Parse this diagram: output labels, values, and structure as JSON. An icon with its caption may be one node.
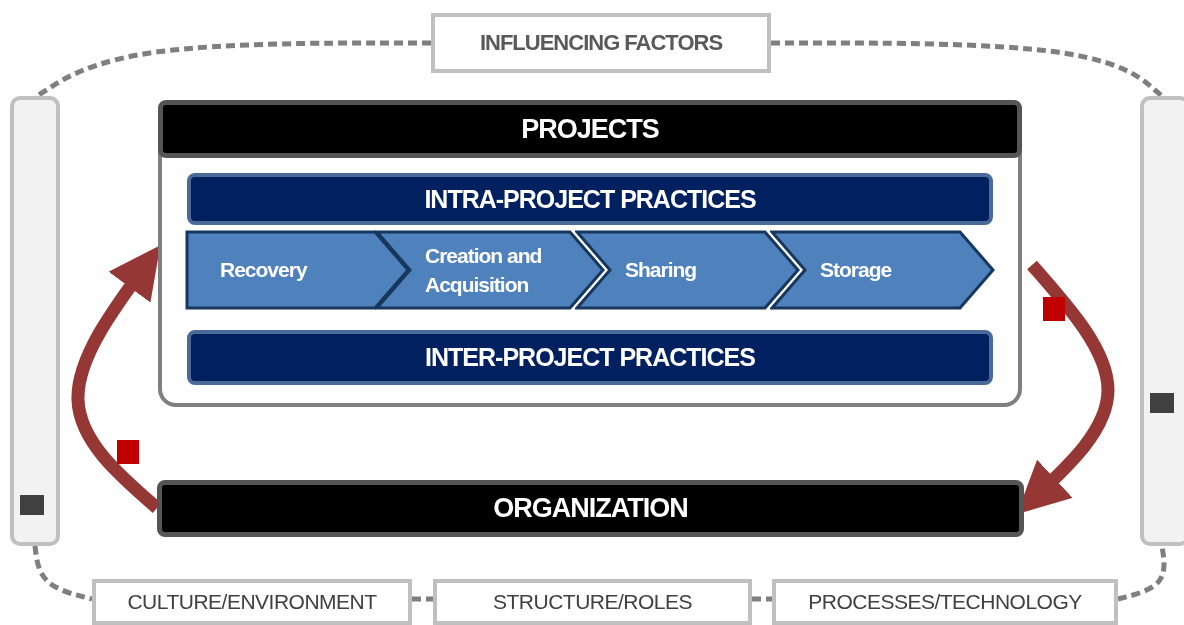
{
  "diagram": {
    "nodes": [
      {
        "text": [
          "INFLUENCING FACTORS"
        ]
      },
      {
        "text": [],
        "shape": "box"
      },
      {
        "text": [],
        "shape": "box"
      },
      {
        "text": [],
        "shape": "box"
      },
      {
        "text": [
          "PROJECTS"
        ],
        "in": 3
      },
      {
        "text": [
          "INTRA-PROJECT PRACTICES"
        ],
        "in": 3
      },
      {
        "text": [
          "Recovery"
        ],
        "in": 3
      },
      {
        "text": [
          "Creation and Acquisition"
        ],
        "in": 3
      },
      {
        "text": [
          "Sharing"
        ],
        "in": 3
      },
      {
        "text": [
          "Storage"
        ],
        "in": 3
      },
      {
        "text": [
          "INTER-PROJECT PRACTICES"
        ],
        "in": 3
      },
      {
        "text": [
          "ORGANIZATION"
        ]
      },
      {
        "text": [
          "CULTURE/ENVIRONMENT"
        ]
      },
      {
        "text": [
          "STRUCTURE/ROLES"
        ]
      },
      {
        "text": [
          "PROCESSES/TECHNOLOGY"
        ]
      }
    ],
    "edges": [
      {
        "from": 0,
        "to": 1,
        "arrow": "none",
        "style": "dashed"
      },
      {
        "from": 0,
        "to": 2,
        "arrow": "none",
        "style": "dashed"
      },
      {
        "from": 1,
        "to": 12,
        "arrow": "none",
        "style": "dashed"
      },
      {
        "from": 12,
        "to": 13,
        "arrow": "none",
        "style": "dashed"
      },
      {
        "from": 13,
        "to": 14,
        "arrow": "none",
        "style": "dashed"
      },
      {
        "from": 14,
        "to": 2,
        "arrow": "none",
        "style": "dashed"
      },
      {
        "from": 11,
        "to": 3,
        "arrow": "to",
        "style": "thick",
        "color": "#953735"
      },
      {
        "from": 3,
        "to": 11,
        "arrow": "to",
        "style": "thick",
        "color": "#953735"
      }
    ]
  }
}
